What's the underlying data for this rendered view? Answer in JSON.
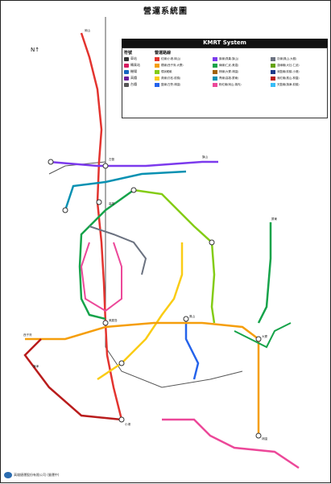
{
  "header": {
    "title": "營運系統圖",
    "subtitle": "KMRT System"
  },
  "compass": "N",
  "legend": {
    "col1_title": "符號",
    "col2_title": "營運路線",
    "symbols": [
      {
        "label": "車站",
        "color": "#333333"
      },
      {
        "label": "轉乘站",
        "color": "#d81b60"
      },
      {
        "label": "機場",
        "color": "#1565c0"
      },
      {
        "label": "高鐵",
        "color": "#6a1b9a"
      },
      {
        "label": "台鐵",
        "color": "#555555"
      }
    ],
    "lines": [
      {
        "label": "紅線(小港-岡山)",
        "color": "#e3342f"
      },
      {
        "label": "橘線(西子灣-大寮)",
        "color": "#f59e0b"
      },
      {
        "label": "環狀輕軌",
        "color": "#84cc16"
      },
      {
        "label": "黃線(鳥松-前鎮)",
        "color": "#facc15"
      },
      {
        "label": "藍線(左營-林園)",
        "color": "#2563eb"
      },
      {
        "label": "紫線(燕巢-旗山)",
        "color": "#7c3aed"
      },
      {
        "label": "綠線(仁武-美濃)",
        "color": "#16a34a"
      },
      {
        "label": "棕線(大寮-林園)",
        "color": "#a16207"
      },
      {
        "label": "青線(高雄-屏東)",
        "color": "#0891b2"
      },
      {
        "label": "粉紅線(岡山-湖內)",
        "color": "#ec4899"
      },
      {
        "label": "灰線(鳳山-大樹)",
        "color": "#6b7280"
      },
      {
        "label": "淺綠線(大社-仁武)",
        "color": "#65a30d"
      },
      {
        "label": "深藍線(前鎮-小港)",
        "color": "#1e3a8a"
      },
      {
        "label": "深紅線(鳳山-林園)",
        "color": "#b91c1c"
      },
      {
        "label": "天藍線(旗津-前鎮)",
        "color": "#38bdf8"
      }
    ]
  },
  "stations": {
    "gangshan": "岡山",
    "zuoying": "左營",
    "kaohsiung_main": "高雄",
    "fengshan": "鳳山",
    "xiaogang": "小港",
    "formosa": "美麗島",
    "xiziwan": "西子灣",
    "daliao": "大寮",
    "linyuan": "林園",
    "pingtung": "屏東",
    "qijin": "旗津",
    "qishan": "旗山"
  },
  "footer": {
    "org": "高雄捷運股份有限公司 (營運中)"
  }
}
